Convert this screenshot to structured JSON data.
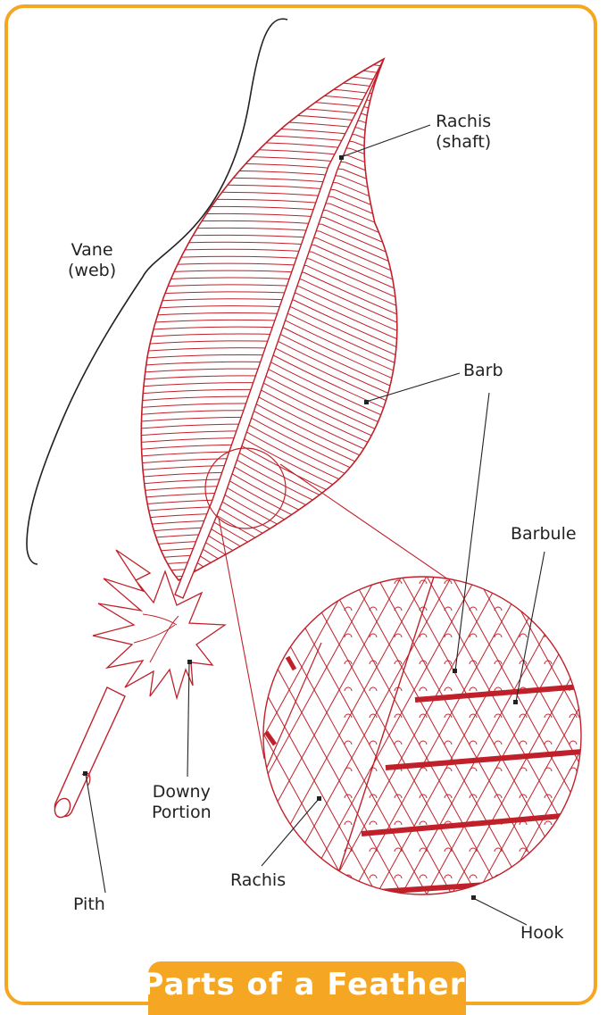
{
  "title": "Parts of a Feather",
  "colors": {
    "border": "#f5a623",
    "ink": "#c0202a",
    "text": "#222222",
    "background": "#ffffff"
  },
  "labels": {
    "rachis_shaft": {
      "line1": "Rachis",
      "line2": "(shaft)"
    },
    "vane": {
      "line1": "Vane",
      "line2": "(web)"
    },
    "barb": "Barb",
    "barbule": "Barbule",
    "downy": {
      "line1": "Downy",
      "line2": "Portion"
    },
    "rachis": "Rachis",
    "pith": "Pith",
    "hook": "Hook"
  }
}
